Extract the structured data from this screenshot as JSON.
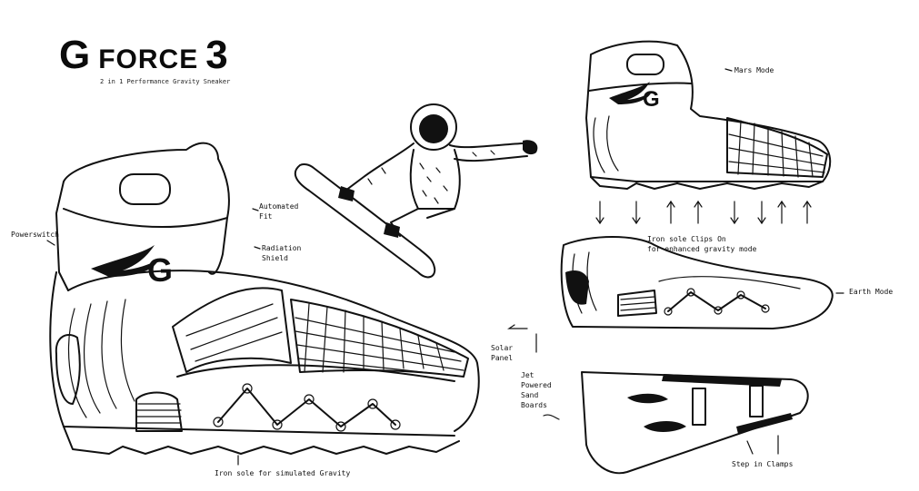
{
  "title": {
    "g": "G",
    "force": "FORCE",
    "three": "3",
    "subtitle": "2 in 1 Performance Gravity Sneaker"
  },
  "annotations": {
    "power_switch": "Powerswitch",
    "automated_fit": "Automated\nFit",
    "radiation_shield": "Radiation\nShield",
    "iron_sole": "Iron sole for simulated Gravity",
    "mars_mode": "Mars Mode",
    "iron_sole_clips": "Iron sole Clips On\nfor enhanced gravity mode",
    "earth_mode": "Earth Mode",
    "solar_panel": "Solar\nPanel",
    "jet_powered": "Jet\nPowered\nSand\nBoards",
    "step_in_clamps": "Step in Clamps"
  },
  "logo_letter": "G"
}
